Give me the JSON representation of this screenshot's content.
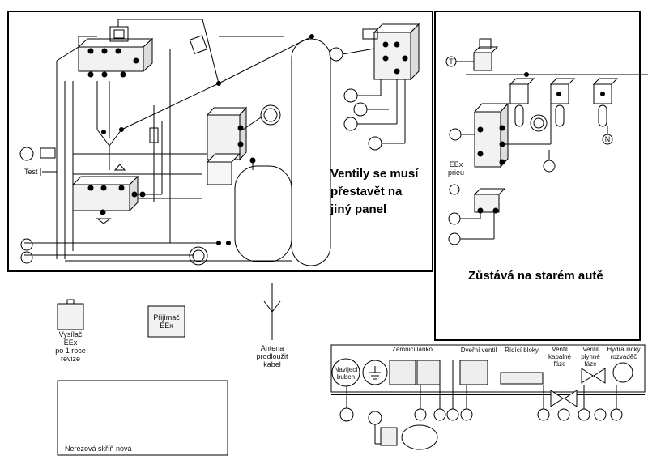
{
  "notes": {
    "left_panel": "Ventily se musí\npřestavět na\njiný panel",
    "right_panel": "Zůstává na starém autě"
  },
  "labels": {
    "test": "Test",
    "eex_prieu": "EEx\nprieu",
    "transmitter": "Vysílač\nEEx\npo 1 roce\nrevize",
    "receiver": "Přijímač\nEEx",
    "antenna": "Antena\nprodloužit\nkabel",
    "cabinet": "Nerezová skříň      nová",
    "drum": "Navíjecí\nbuben",
    "ground_cable": "Zemnicí lanko",
    "door_valve": "Dveřní ventil",
    "control_blocks": "Řídící bloky",
    "liquid_valves": "Ventil\nkapalné\nfáze",
    "gas_valves": "Ventil\nplynné\nfáze",
    "hydraulic": "Hydraulický\nrozvaděč",
    "t_symbol": "T",
    "n_symbol": "N"
  }
}
